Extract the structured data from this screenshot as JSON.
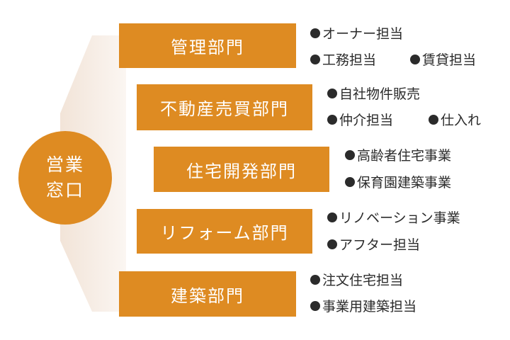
{
  "hub": {
    "line1": "営業",
    "line2": "窓口"
  },
  "departments": [
    {
      "name": "管理部門",
      "items": [
        "オーナー担当",
        "工務担当",
        "賃貸担当"
      ]
    },
    {
      "name": "不動産売買部門",
      "items": [
        "自社物件販売",
        "仲介担当",
        "仕入れ"
      ]
    },
    {
      "name": "住宅開発部門",
      "items": [
        "高齢者住宅事業",
        "保育園建築事業"
      ]
    },
    {
      "name": "リフォーム部門",
      "items": [
        "リノベーション事業",
        "アフター担当"
      ]
    },
    {
      "name": "建築部門",
      "items": [
        "注文住宅担当",
        "事業用建築担当"
      ]
    }
  ],
  "colors": {
    "accent": "#de8b22",
    "fan": "#f5ebe3",
    "text": "#2b2b2b"
  }
}
